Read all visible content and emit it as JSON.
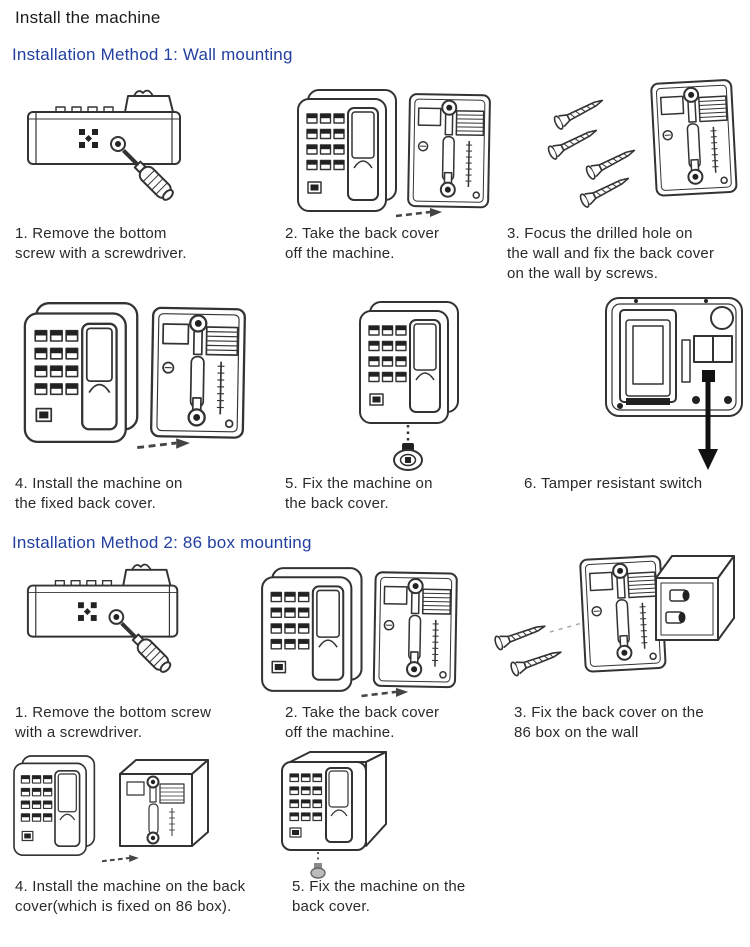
{
  "page": {
    "title": "Install the machine"
  },
  "colors": {
    "heading": "#2340a0",
    "body_text": "#2a2a2a",
    "background": "#ffffff",
    "line_art": "#333333"
  },
  "sections": [
    {
      "heading": "Installation Method 1: Wall mounting",
      "steps": [
        {
          "figure": "machine-bottom-screwdriver-figure",
          "caption": "1. Remove the bottom\nscrew with a screwdriver."
        },
        {
          "figure": "machine-and-back-cover-figure",
          "caption": "2. Take the back cover\noff the machine."
        },
        {
          "figure": "back-cover-wall-screws-figure",
          "caption": "3. Focus the drilled hole on\nthe wall and fix the back cover\non the wall by screws."
        },
        {
          "figure": "machine-and-back-cover-figure",
          "caption": "4. Install the machine on\nthe fixed back cover."
        },
        {
          "figure": "machine-bottom-screw-figure",
          "caption": "5. Fix the machine on\nthe back cover."
        },
        {
          "figure": "machine-internal-view-figure",
          "caption": "6. Tamper resistant switch"
        }
      ]
    },
    {
      "heading": "Installation Method 2: 86 box mounting",
      "steps": [
        {
          "figure": "machine-bottom-screwdriver-figure",
          "caption": "1. Remove the bottom screw\nwith a screwdriver."
        },
        {
          "figure": "machine-and-back-cover-figure",
          "caption": "2. Take the back cover\noff the machine."
        },
        {
          "figure": "back-cover-86-box-figure",
          "caption": "3. Fix the back cover on the\n86 box on the wall"
        },
        {
          "figure": "machine-and-86-box-figure",
          "caption": "4. Install the machine on the back\ncover(which is fixed on 86 box)."
        },
        {
          "figure": "machine-on-86-box-screw-figure",
          "caption": "5. Fix the machine on the\nback cover."
        }
      ]
    }
  ]
}
